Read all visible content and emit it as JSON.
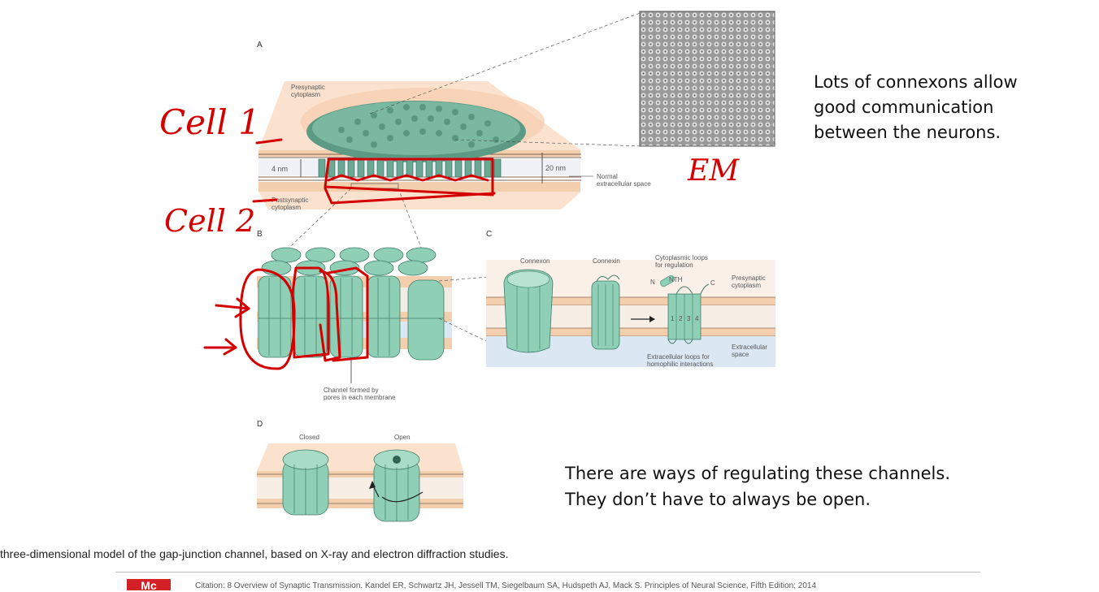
{
  "figure": {
    "panels": {
      "a": "A",
      "b": "B",
      "c": "C",
      "d": "D"
    },
    "panel_a_labels": {
      "presynaptic": [
        "Presynaptic",
        "cytoplasm"
      ],
      "postsynaptic": [
        "Postsynaptic",
        "cytoplasm"
      ],
      "gap_width": "4 nm",
      "space_width": "20 nm",
      "normal_space": [
        "Normal",
        "extracellular space"
      ]
    },
    "panel_b_labels": {
      "channel": [
        "Channel formed by",
        "pores in each membrane"
      ]
    },
    "panel_c_labels": {
      "connexon": "Connexon",
      "connexin": "Connexin",
      "cytoplasmic_loops": [
        "Cytoplasmic loops",
        "for regulation"
      ],
      "presynaptic": [
        "Presynaptic",
        "cytoplasm"
      ],
      "n_term": "N",
      "nth": "NTH",
      "c_term": "C",
      "segments": [
        "1",
        "2",
        "3",
        "4"
      ],
      "extracellular": [
        "Extracellular",
        "space"
      ],
      "extracellular_loops": [
        "Extracellular loops for",
        "homophilic interactions"
      ]
    },
    "panel_d_labels": {
      "closed": "Closed",
      "open": "Open"
    }
  },
  "annotations": {
    "cell1": "Cell 1",
    "cell2": "Cell 2",
    "em": "EM"
  },
  "notes": {
    "top": [
      "Lots of connexons allow",
      "good communication",
      "between the neurons."
    ],
    "bottom": [
      "There are ways of regulating these channels.",
      "They don’t have to always be open."
    ]
  },
  "caption": "three-dimensional model of the gap-junction channel, based on X-ray and electron diffraction studies.",
  "citation": "Citation: 8 Overview of Synaptic Transmission. Kandel ER, Schwartz JH, Jessell TM, Siegelbaum SA, Hudspeth AJ, Mack S. Principles of Neural Science, Fifth Edition; 2014",
  "logo": "Mc",
  "colors": {
    "connexon": "#8fcfb6",
    "connexon_dark": "#3f7d69",
    "membrane": "#f4cfae",
    "extracellular": "#d9e8f5",
    "ink": "#d40000"
  }
}
